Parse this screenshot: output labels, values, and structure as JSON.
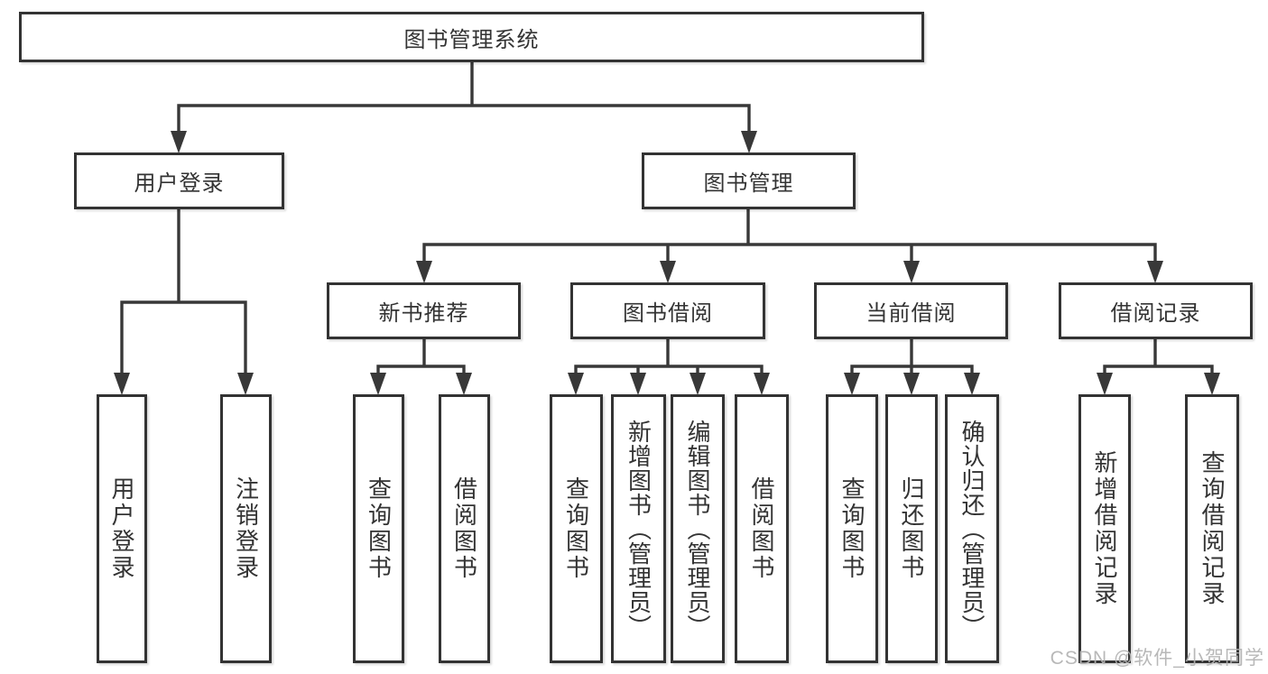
{
  "diagram": {
    "root": {
      "label": "图书管理系统"
    },
    "level2": [
      {
        "label": "用户登录"
      },
      {
        "label": "图书管理"
      }
    ],
    "level3": [
      {
        "label": "新书推荐",
        "parent": "图书管理"
      },
      {
        "label": "图书借阅",
        "parent": "图书管理"
      },
      {
        "label": "当前借阅",
        "parent": "图书管理"
      },
      {
        "label": "借阅记录",
        "parent": "图书管理"
      }
    ],
    "leaves": [
      {
        "label": "用户登录",
        "parent": "用户登录"
      },
      {
        "label": "注销登录",
        "parent": "用户登录"
      },
      {
        "label": "查询图书",
        "parent": "新书推荐"
      },
      {
        "label": "借阅图书",
        "parent": "新书推荐"
      },
      {
        "label": "查询图书",
        "parent": "图书借阅"
      },
      {
        "label": "新增图书（管理员）",
        "parent": "图书借阅"
      },
      {
        "label": "编辑图书（管理员）",
        "parent": "图书借阅"
      },
      {
        "label": "借阅图书",
        "parent": "图书借阅"
      },
      {
        "label": "查询图书",
        "parent": "当前借阅"
      },
      {
        "label": "归还图书",
        "parent": "当前借阅"
      },
      {
        "label": "确认归还（管理员）",
        "parent": "当前借阅"
      },
      {
        "label": "新增借阅记录",
        "parent": "借阅记录"
      },
      {
        "label": "查询借阅记录",
        "parent": "借阅记录"
      }
    ],
    "colors": {
      "line": "#383838",
      "text": "#333333",
      "background": "#ffffff",
      "watermark": "#b2b2b2"
    }
  },
  "watermark": {
    "text": "CSDN @软件_小贺同学"
  }
}
